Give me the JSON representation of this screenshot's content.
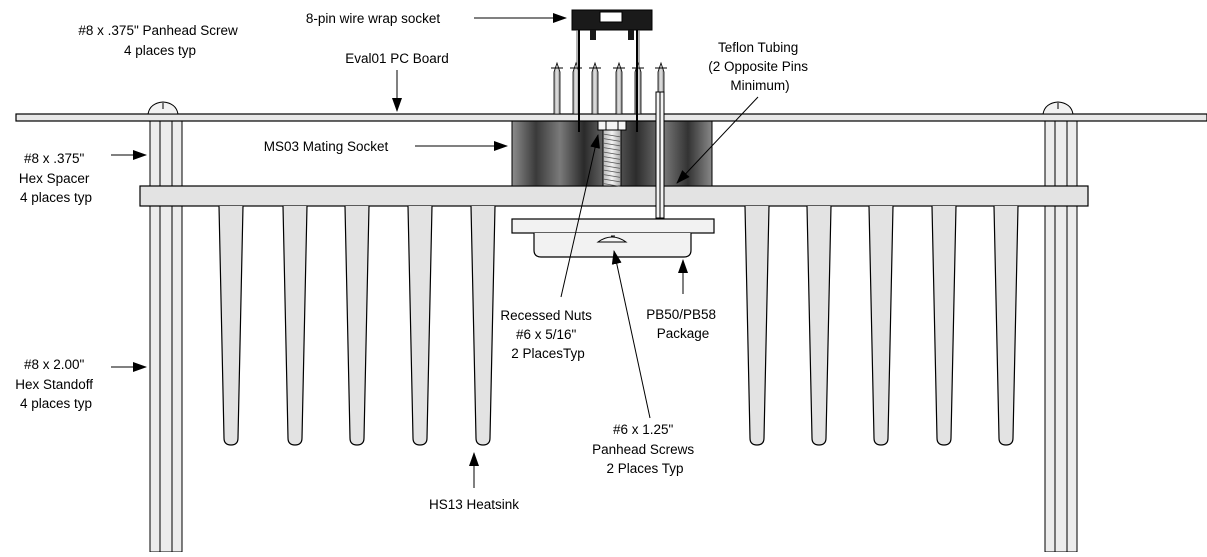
{
  "labels": {
    "panhead_screw": [
      "#8 x .375\" Panhead Screw",
      "4 places typ"
    ],
    "wire_wrap_socket": [
      "8-pin wire wrap socket"
    ],
    "pc_board": [
      "Eval01 PC Board"
    ],
    "teflon_tubing": [
      "Teflon Tubing",
      "(2 Opposite Pins",
      "Minimum)"
    ],
    "mating_socket": [
      "MS03 Mating Socket"
    ],
    "hex_spacer": [
      "#8 x .375\"",
      "Hex Spacer",
      "4 places typ"
    ],
    "recessed_nuts": [
      "Recessed Nuts",
      "#6 x 5/16\"",
      "2 PlacesTyp"
    ],
    "package": [
      "PB50/PB58",
      "Package"
    ],
    "hex_standoff": [
      "#8 x 2.00\"",
      "Hex Standoff",
      "4 places typ"
    ],
    "panhead_screws_6": [
      "#6 x 1.25\"",
      "Panhead Screws",
      "2 Places Typ"
    ],
    "heatsink": [
      "HS13 Heatsink"
    ]
  },
  "colors": {
    "metal_fill": "#e3e3e3",
    "socket_dark": "#2a2a2a",
    "socket_light": "#9a9a9a",
    "line": "#000000"
  }
}
